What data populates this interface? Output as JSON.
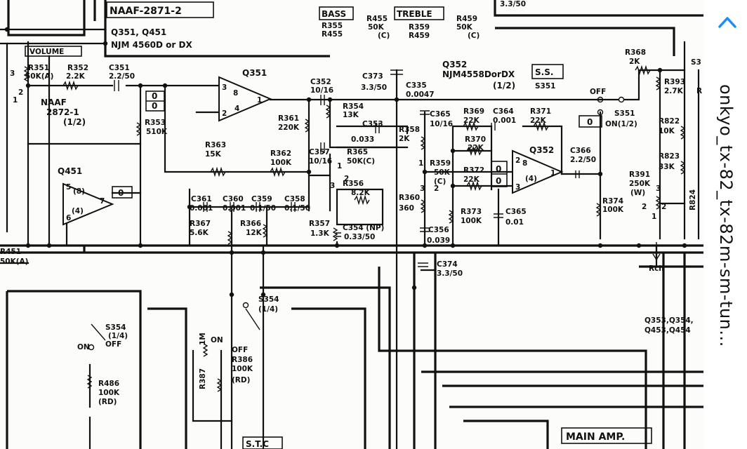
{
  "viewer": {
    "filename": "onkyo_tx-82_tx-82m-sm-tun...",
    "back_icon": "chevron-up-icon",
    "accent_color": "#1a8cff"
  },
  "schematic": {
    "blocks": {
      "naaf_2871_2": "NAAF-2871-2",
      "volume": "VOLUME",
      "naaf_2872_1": "NAAF",
      "naaf_2872_1_b": "2872-1",
      "naaf_2872_1_c": "(1/2)",
      "bass": "BASS",
      "treble": "TREBLE",
      "ss": "S.S.",
      "stc": "S.T.C",
      "main_amp": "MAIN AMP."
    },
    "ics": {
      "q351_q451": "Q351, Q451",
      "njm4560": "NJM 4560D or DX",
      "q351": "Q351",
      "q451": "Q451",
      "q352_top": "Q352",
      "njm4558": "NJM4558DorDX",
      "half": "(1/2)",
      "q352": "Q352",
      "q353": "Q353,Q354,",
      "q453": "Q453,Q454"
    },
    "parts": {
      "top_val": "3.3/50",
      "r351": "R351",
      "r351_v": "50K(A)",
      "r352": "R352",
      "r352_v": "2.2K",
      "c351": "C351",
      "c351_v": "2.2/50",
      "r353": "R353",
      "r353_v": "510K",
      "r363": "R363",
      "r363_v": "15K",
      "r361": "R361",
      "r361_v": "220K",
      "r362": "R362",
      "r362_v": "100K",
      "c352": "C352",
      "c352_v": "10/16",
      "r354": "R354",
      "r354_v": "13K",
      "c373": "C373",
      "c373_v": "3.3/50",
      "c335": "C335",
      "c335_v": "0.0047",
      "c353": "C353",
      "c353_v": "0.033",
      "c357": "C357",
      "c357_v": "10/16",
      "r365": "R365",
      "r365_v": "50K(C)",
      "r356": "R356",
      "r356_v": "8.2K",
      "c361": "C361",
      "c361_v": "0.001",
      "c360": "C360",
      "c360_v": "0.001",
      "c359": "C359",
      "c359_v": "0.1/50",
      "c358": "C358",
      "c358_v": "0.1/50",
      "r367": "R367",
      "r367_v": "5.6K",
      "r366": "R366",
      "r366_v": "12K",
      "r357": "R357",
      "r357_v": "1.3K",
      "c354": "C354 (NP)",
      "c354_v": "0.33/50",
      "r355": "R355",
      "r455": "R455",
      "r455_p": "R455",
      "r455_pv": "50K",
      "r455_pc": "(C)",
      "r359_t": "R359",
      "r459_t": "R459",
      "r459_p": "R459",
      "r459_pv": "50K",
      "r459_pc": "(C)",
      "r358": "R358",
      "r358_v": "2K",
      "c365a": "C365",
      "c365a_v": "10/16",
      "r369": "R369",
      "r369_v": "22K",
      "c364": "C364",
      "c364_v": "0.001",
      "r371": "R371",
      "r371_v": "22K",
      "r370": "R370",
      "r370_v": "22K",
      "r359": "R359",
      "r359_v": "50K",
      "r359_c": "(C)",
      "r372": "R372",
      "r372_v": "22K",
      "r360": "R360",
      "r360_v": "360",
      "r373": "R373",
      "r373_v": "100K",
      "c365": "C365",
      "c365_v": "0.01",
      "c356": "C356",
      "c356_v": "0.039",
      "c366": "C366",
      "c366_v": "2.2/50",
      "r374": "R374",
      "r374_v": "100K",
      "r368": "R368",
      "r368_v": "2K",
      "r393": "R393",
      "r393_v": "2.7K",
      "r822": "R822",
      "r822_v": "10K",
      "r823": "R823",
      "r823_v": "33K",
      "r391": "R391",
      "r391_v": "250K",
      "r391_w": "(W)",
      "r824": "R824",
      "s351": "S351",
      "s351_v": "S351",
      "s351_on": "ON(1/2)",
      "off": "OFF",
      "rch": "Rch",
      "r451": "R451",
      "r451_v": "50K(A)",
      "c374": "C374",
      "c374_v": "3.3/50",
      "s354a": "S354",
      "s354a_v": "(1/4)",
      "on_a": "ON",
      "off_a": "OFF",
      "s354b": "S354",
      "s354b_v": "(1/4)",
      "on_b": "ON",
      "off_b": "OFF",
      "r486": "R486",
      "r486_v": "100K",
      "r486_rd": "(RD)",
      "r386": "R386",
      "r386_v": "100K",
      "r386_rd": "(RD)",
      "r387": "R387",
      "r387_v": "1M",
      "r3x": "R",
      "s3x": "S3"
    },
    "pins": {
      "p1": "1",
      "p2": "2",
      "p3": "3",
      "p4": "4",
      "p8": "8",
      "p8b": "(8)",
      "p4b": "(4)",
      "p5": "5",
      "p6": "6",
      "p7": "7",
      "box0": "0"
    }
  }
}
